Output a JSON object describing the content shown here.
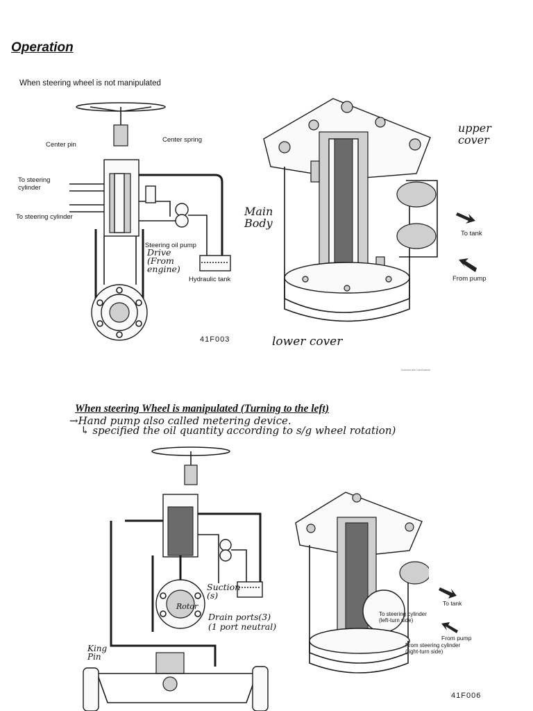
{
  "section1": {
    "title": "Operation",
    "subtitle": "When steering wheel is not manipulated",
    "schematic_labels": {
      "center_pin": "Center pin",
      "center_spring": "Center spring",
      "to_steering_cylinder_1": "To steering\ncylinder",
      "to_steering_cylinder_2": "To steering cylinder",
      "steering_oil_pump": "Steering oil pump",
      "hydraulic_tank": "Hydraulic tank"
    },
    "handwritten": {
      "drive": "Drive\n(From\nengine)",
      "upper_cover": "upper\ncover",
      "main_body": "Main\nBody",
      "lower_cover": "lower cover"
    },
    "unit_labels": {
      "to_tank": "To tank",
      "from_pump": "From pump"
    },
    "figure_code": "41F003"
  },
  "scanner_mark": "Scanned with CamScanner",
  "section2": {
    "title": "When steering Wheel is manipulated (Turning to the left)",
    "handwritten": {
      "line1": "→Hand pump also called metering device.",
      "line2": "↳ specified the oil quantity according to s/g wheel rotation)",
      "suction": "Suction\n(s)",
      "rotor": "Rotor",
      "drain_ports": "Drain ports(3)\n(1 port neutral)",
      "king_pin": "King\nPin"
    },
    "unit_labels": {
      "to_tank": "To tank",
      "to_steering_cylinder": "To steering cylinder\n(left-turn side)",
      "from_pump": "From pump",
      "from_steering_cylinder": "From steering cylinder\n(right-turn side)"
    },
    "figure_code": "41F006"
  }
}
